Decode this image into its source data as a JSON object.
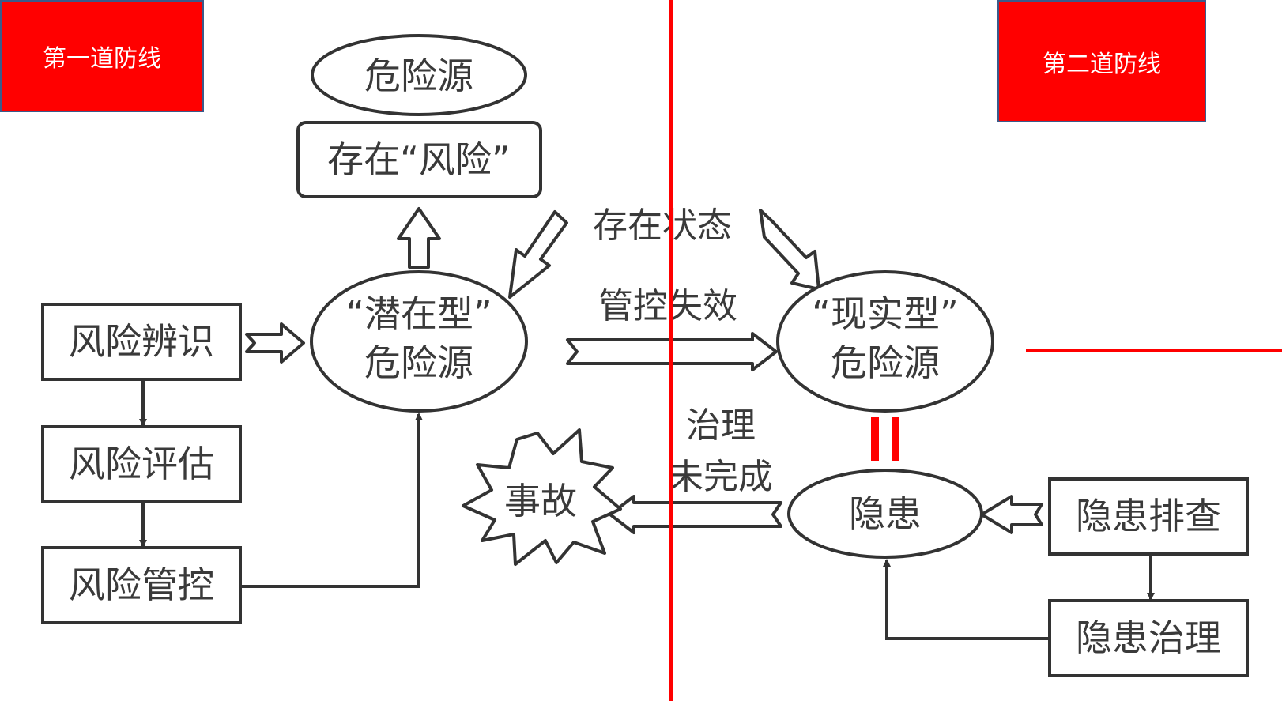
{
  "badges": {
    "first_line": "第一道防线",
    "second_line": "第二道防线"
  },
  "nodes": {
    "hazard_source": "危险源",
    "risk_exists": "存在“风险”",
    "potential_hazard": [
      "“潜在型”",
      "危险源"
    ],
    "realistic_hazard": [
      "“现实型”",
      "危险源"
    ],
    "risk_identify": "风险辨识",
    "risk_assess": "风险评估",
    "risk_control": "风险管控",
    "accident": "事故",
    "hidden_danger": "隐患",
    "hazard_inspect": "隐患排查",
    "hazard_govern": "隐患治理"
  },
  "edge_labels": {
    "exist_state": "存在状态",
    "control_failure": "管控失效",
    "govern_incomplete": [
      "治理",
      "未完成"
    ]
  },
  "colors": {
    "accent_red": "#ff0000",
    "ink": "#333333",
    "badge_border": "#3b5a8a"
  }
}
